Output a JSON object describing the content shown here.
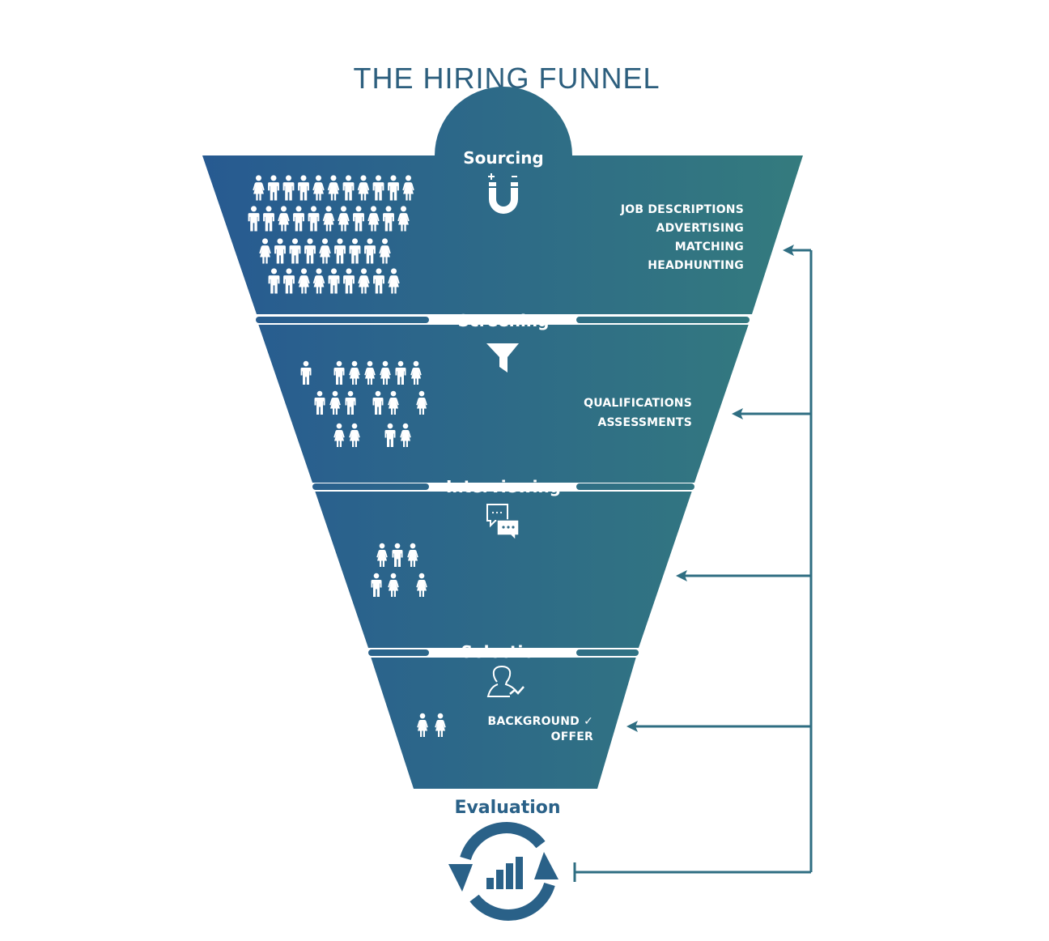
{
  "title": "THE HIRING FUNNEL",
  "colors": {
    "left": "#275a91",
    "right": "#347b7e",
    "arrow": "#2f6e82",
    "eval": "#2a6188",
    "text_title": "#2d5f7e"
  },
  "stages": [
    {
      "name": "Sourcing",
      "icon": "magnet-icon",
      "details": [
        "JOB DESCRIPTIONS",
        "ADVERTISING",
        "MATCHING",
        "HEADHUNTING"
      ]
    },
    {
      "name": "Screening",
      "icon": "filter-icon",
      "details": [
        "QUALIFICATIONS",
        "ASSESSMENTS"
      ]
    },
    {
      "name": "Interviewing",
      "icon": "chat-bubbles-icon",
      "details": []
    },
    {
      "name": "Selection",
      "icon": "user-check-icon",
      "details": [
        "BACKGROUND ✓",
        "OFFER"
      ]
    }
  ],
  "evaluation": {
    "label": "Evaluation",
    "icon": "refresh-chart-icon"
  }
}
